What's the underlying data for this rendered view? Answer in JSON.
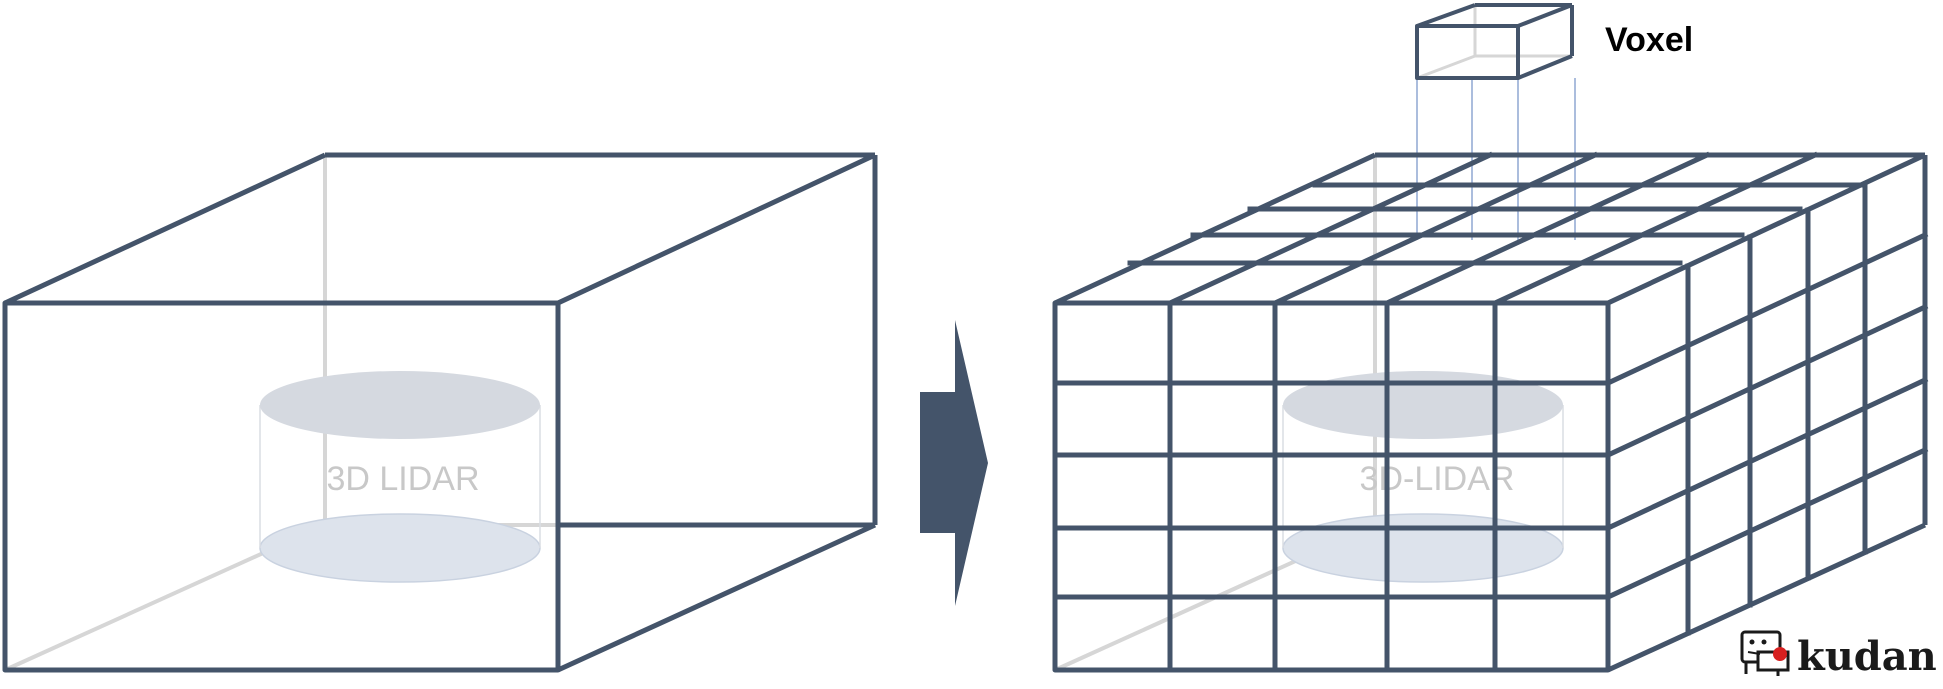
{
  "left_panel": {
    "sensor_label": "3D LIDAR"
  },
  "right_panel": {
    "sensor_label": "3D-LIDAR",
    "voxel_label": "Voxel"
  },
  "logo": {
    "text": "kudan",
    "icon": "robot-mascot-icon"
  },
  "arrow": {
    "icon": "right-arrow-icon"
  },
  "colors": {
    "frame": "#44546a",
    "hidden_edge": "#d6d6d6",
    "sensor_disc": "#d5d9e0",
    "sensor_disc_bottom": "#dde3ec",
    "projection_line": "#8fa7d2",
    "logo_red": "#d62020"
  }
}
